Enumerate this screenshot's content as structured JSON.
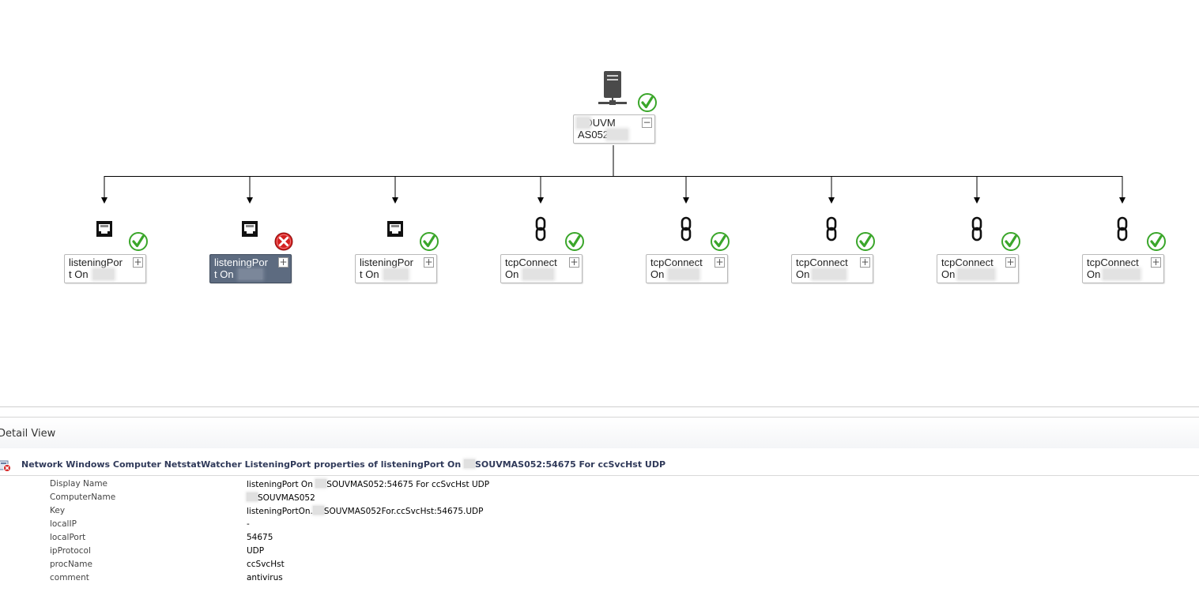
{
  "diagram": {
    "root": {
      "label": "SOUVM\nAS052",
      "status": "healthy",
      "icon": "server-icon",
      "toggle": "collapse"
    },
    "children": [
      {
        "label": "listeningPor\nt On",
        "icon": "network-port-icon",
        "status": "healthy",
        "selected": false
      },
      {
        "label": "listeningPor\nt On",
        "icon": "network-port-icon",
        "status": "error",
        "selected": true
      },
      {
        "label": "listeningPor\nt On",
        "icon": "network-port-icon",
        "status": "healthy",
        "selected": false
      },
      {
        "label": "tcpConnect\nOn",
        "icon": "link-icon",
        "status": "healthy",
        "selected": false
      },
      {
        "label": "tcpConnect\nOn",
        "icon": "link-icon",
        "status": "healthy",
        "selected": false
      },
      {
        "label": "tcpConnect\nOn",
        "icon": "link-icon",
        "status": "healthy",
        "selected": false
      },
      {
        "label": "tcpConnect\nOn",
        "icon": "link-icon",
        "status": "healthy",
        "selected": false
      },
      {
        "label": "tcpConnect\nOn",
        "icon": "link-icon",
        "status": "healthy",
        "selected": false
      }
    ]
  },
  "detail": {
    "header": "Detail View",
    "object_title_prefix": "Network Windows Computer NetstatWatcher ListeningPort properties of listeningPort On ",
    "object_title_suffix": "SOUVMAS052:54675 For ccSvcHst UDP",
    "properties": [
      {
        "name": "Display Name",
        "prefix": "listeningPort On ",
        "value": "SOUVMAS052:54675 For ccSvcHst UDP",
        "redacted": true
      },
      {
        "name": "ComputerName",
        "prefix": "",
        "value": "SOUVMAS052",
        "redacted": true
      },
      {
        "name": "Key",
        "prefix": "listeningPortOn.",
        "value": "SOUVMAS052For.ccSvcHst:54675.UDP",
        "redacted": true
      },
      {
        "name": "localIP",
        "prefix": "",
        "value": "-",
        "redacted": false
      },
      {
        "name": "localPort",
        "prefix": "",
        "value": "54675",
        "redacted": false
      },
      {
        "name": "ipProtocol",
        "prefix": "",
        "value": "UDP",
        "redacted": false
      },
      {
        "name": "procName",
        "prefix": "",
        "value": "ccSvcHst",
        "redacted": false
      },
      {
        "name": "comment",
        "prefix": "",
        "value": "antivirus",
        "redacted": false
      }
    ]
  },
  "colors": {
    "healthy": "#3aa62a",
    "error": "#d42020",
    "selected_node": "#5d6b80",
    "detail_title": "#303a5a"
  }
}
